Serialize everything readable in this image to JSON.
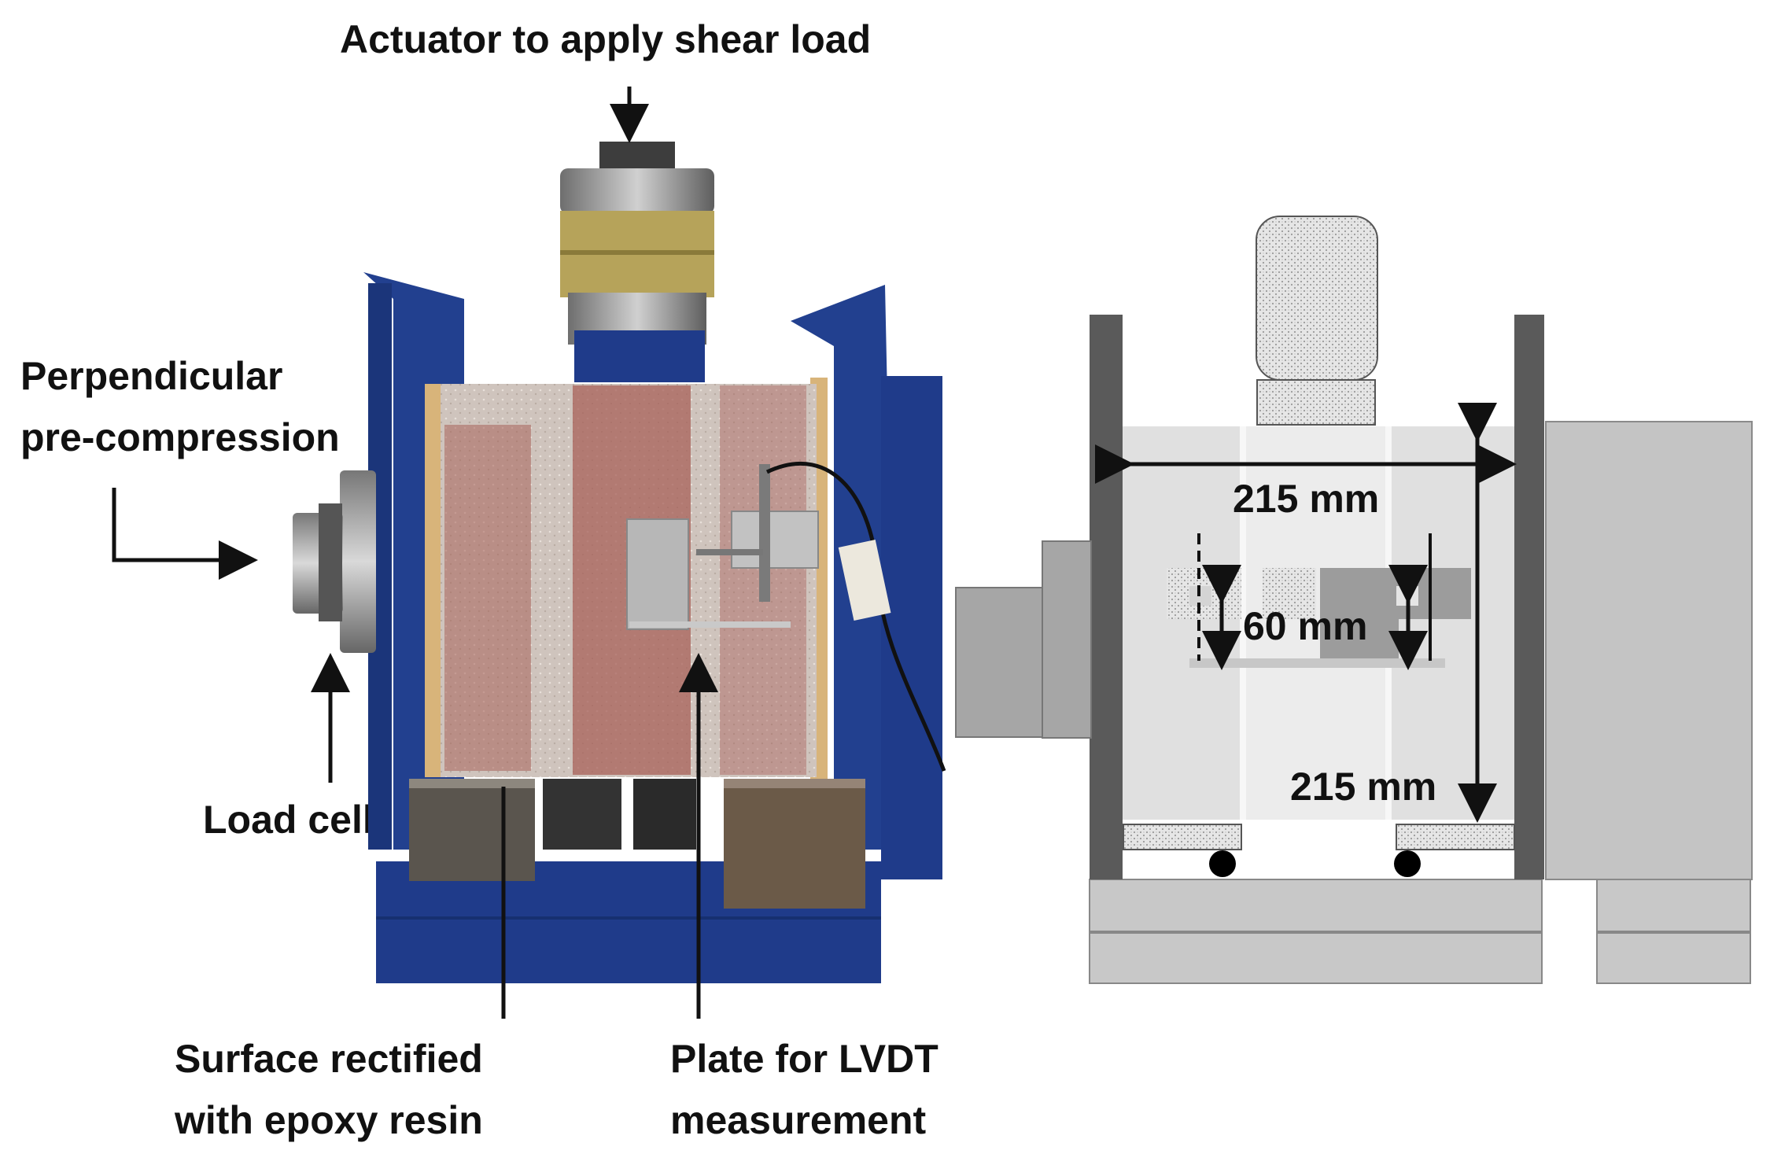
{
  "labels": {
    "actuator": "Actuator to apply shear load",
    "precompression_line1": "Perpendicular",
    "precompression_line2": "pre-compression",
    "load_cell": "Load cell",
    "surface_line1": "Surface  rectified",
    "surface_line2": "with epoxy resin",
    "plate_line1": "Plate for  LVDT",
    "plate_line2": "measurement"
  },
  "dimensions": {
    "width": "215 mm",
    "height": "215 mm",
    "lvdt_span": "60 mm"
  },
  "colors": {
    "frame_blue": "#1f3b8a",
    "brick_red": "#a8625a",
    "mortar_grey": "#c9bfb8",
    "steel": "#8a8a8a",
    "schematic_dark": "#5a5a5a",
    "schematic_mid": "#a6a6a6",
    "schematic_light": "#d9d9d9",
    "schematic_lightest": "#ebebeb"
  }
}
